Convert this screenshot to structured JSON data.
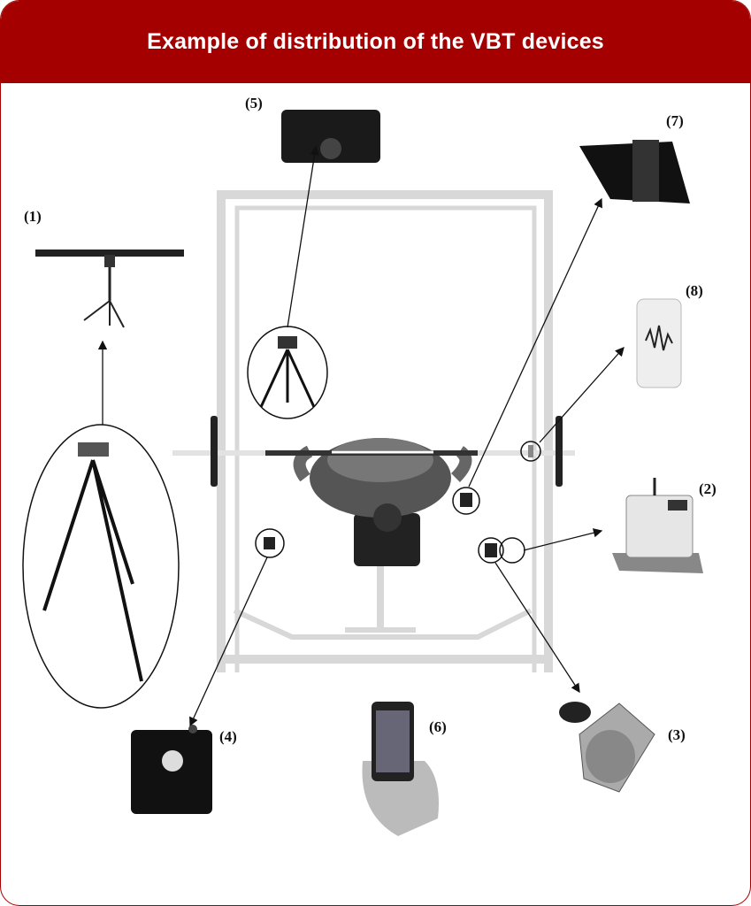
{
  "header": {
    "title": "Example of distribution of the VBT devices"
  },
  "labels": {
    "d1": "(1)",
    "d2": "(2)",
    "d3": "(3)",
    "d4": "(4)",
    "d5": "(5)",
    "d6": "(6)",
    "d7": "(7)",
    "d8": "(8)"
  },
  "colors": {
    "accent": "#a50000"
  }
}
